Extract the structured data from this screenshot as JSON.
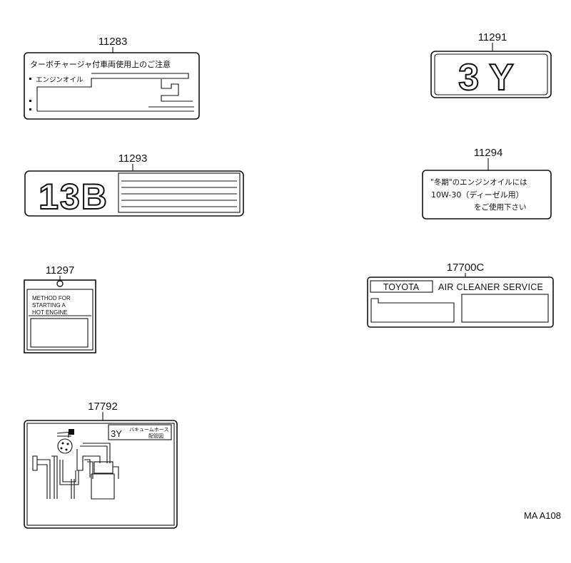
{
  "labels": [
    {
      "part_no": "11283",
      "heading": "ターボチャージャ付車両使用上のご注意",
      "line1": "エンジンオイル"
    },
    {
      "part_no": "11291",
      "text": "3Y"
    },
    {
      "part_no": "11293",
      "text": "13B"
    },
    {
      "part_no": "11294",
      "line1": "\"冬期\"のエンジンオイルには",
      "line2": "10W-30（ディーゼル用）",
      "line3": "をご使用下さい"
    },
    {
      "part_no": "11297",
      "line1": "METHOD  FOR",
      "line2": "STARTING  A",
      "line3": "HOT  ENGINE"
    },
    {
      "part_no": "17700C",
      "brand": "TOYOTA",
      "title": "AIR CLEANER SERVICE"
    },
    {
      "part_no": "17792",
      "model": "3Y",
      "caption1": "バキュームホース",
      "caption2": "配管図"
    }
  ],
  "diagram_code": "MA A108",
  "colors": {
    "ink": "#111111",
    "paper": "#ffffff"
  }
}
